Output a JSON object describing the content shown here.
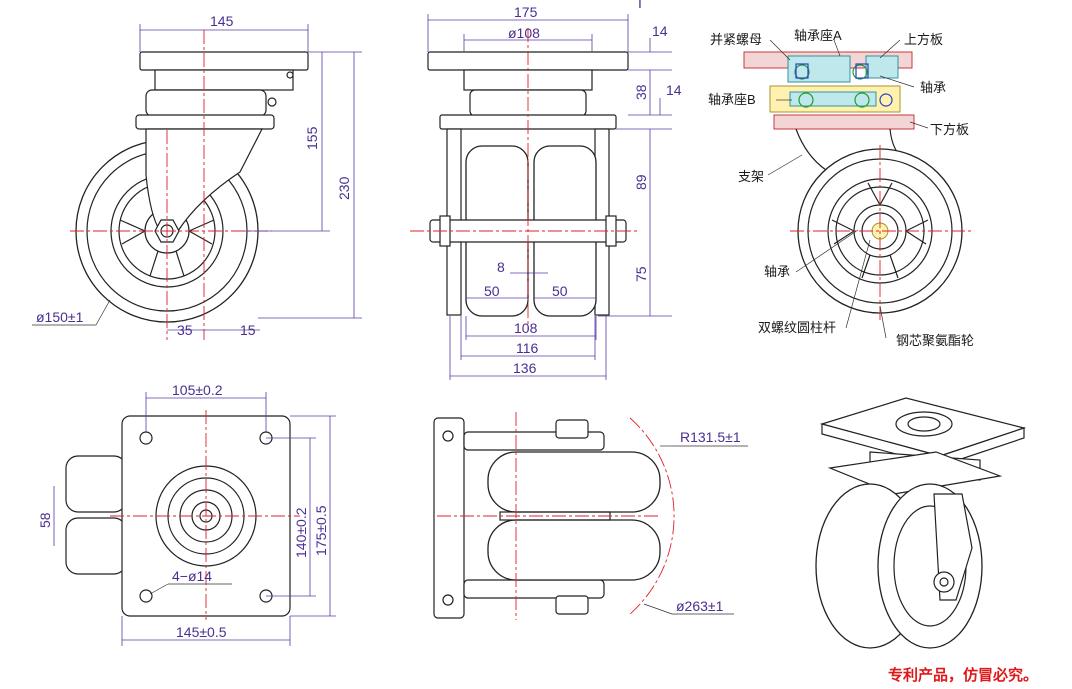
{
  "title_mark": "I",
  "side_view": {
    "top_width": "145",
    "height_total": "230",
    "height_axle": "155",
    "wheel_dia": "ø150±1",
    "offset_a": "35",
    "offset_b": "15"
  },
  "front_view": {
    "top_width": "175",
    "bolt_dia": "ø108",
    "plate_thk": "14",
    "head_h": "38",
    "plate_thk2": "14",
    "axle_up": "89",
    "axle_down": "75",
    "gap": "8",
    "wheel_w1": "50",
    "wheel_w2": "50",
    "inner_w": "108",
    "fork_w": "116",
    "axle_w": "136"
  },
  "section_labels": {
    "jam_nut": "并紧螺母",
    "bearing_seat_a": "轴承座A",
    "top_plate": "上方板",
    "bearing": "轴承",
    "bearing_seat_b": "轴承座B",
    "bottom_plate": "下方板",
    "bracket": "支架",
    "wheel_bearing": "轴承",
    "stud_bolt": "双螺纹圆柱杆",
    "wheel_type": "钢芯聚氨酯轮"
  },
  "plan_view": {
    "hole_spacing": "105±0.2",
    "wheel_gap": "58",
    "holes": "4−ø14",
    "plate_w": "145±0.5",
    "hole_spacing_v": "140±0.2",
    "plate_h": "175±0.5"
  },
  "swing_view": {
    "swivel_radius": "R131.5±1",
    "swing_dia": "ø263±1"
  },
  "footer": {
    "notice": "专利产品，仿冒必究。"
  },
  "colors": {
    "dimension": "#5c3aa8",
    "centerline": "#e0202a",
    "notice": "#e01818"
  }
}
